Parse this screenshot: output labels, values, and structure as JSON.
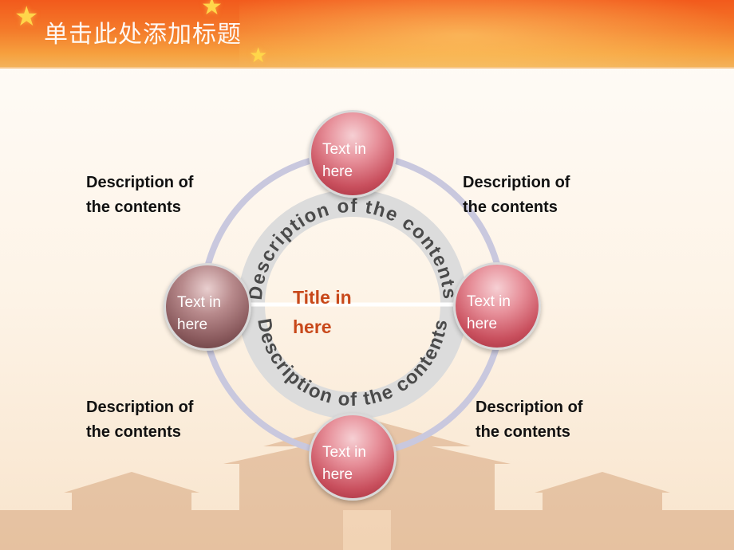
{
  "header": {
    "title": "单击此处添加标题"
  },
  "diagram": {
    "center_title": [
      "Title in",
      "here"
    ],
    "ring_text_top": "Description of the contents",
    "ring_text_bottom": "Description of the contents",
    "nodes": {
      "top": [
        "Text in",
        "here"
      ],
      "left": [
        "Text in",
        "here"
      ],
      "right": [
        "Text in",
        "here"
      ],
      "bottom": [
        "Text in",
        "here"
      ]
    },
    "descriptions": {
      "top_left": [
        "Description of",
        "the contents"
      ],
      "top_right": [
        "Description of",
        "the contents"
      ],
      "bottom_left": [
        "Description of",
        "the contents"
      ],
      "bottom_right": [
        "Description of",
        "the contents"
      ]
    }
  },
  "colors": {
    "header_red": "#f25a1c",
    "ball_red": "#c9505e",
    "ball_dark": "#8a5a5d",
    "center_title": "#c8481a",
    "outer_ring": "#c9c8de",
    "inner_ring": "#dcdcdc"
  }
}
